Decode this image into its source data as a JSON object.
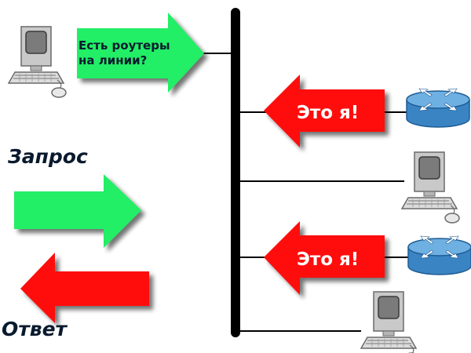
{
  "request_bubble": {
    "line1": "Есть роутеры",
    "line2": "на линии?",
    "color": "#22ee66"
  },
  "replies": [
    {
      "text": "Это я!",
      "color": "#ff0d0d"
    },
    {
      "text": "Это я!",
      "color": "#ff0d0d"
    }
  ],
  "legend": {
    "request_label": "Запрос",
    "response_label": "Ответ",
    "request_color": "#22ee66",
    "response_color": "#ff0d0d"
  },
  "icons": {
    "host": "computer-icon",
    "router": "router-icon"
  },
  "colors": {
    "bus": "#000000",
    "router_body": "#3b84c4",
    "router_top": "#6fb0e2"
  }
}
